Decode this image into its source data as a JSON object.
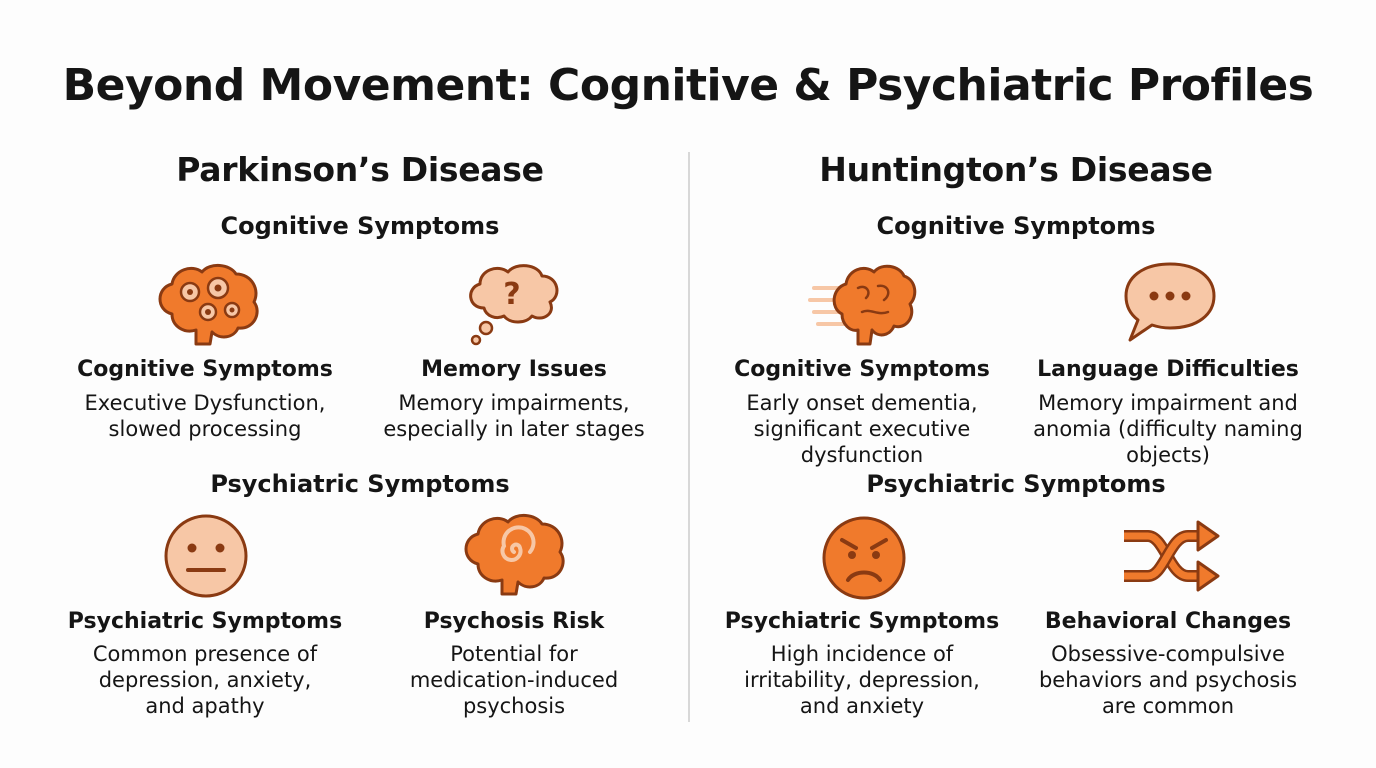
{
  "title": "Beyond Movement: Cognitive & Psychiatric Profiles",
  "colors": {
    "icon_orange": "#f07a2c",
    "icon_outline": "#8a3a12",
    "icon_light": "#f7c7a6"
  },
  "parkinsons": {
    "title": "Parkinson’s Disease",
    "cognitive_title": "Cognitive Symptoms",
    "psychiatric_title": "Psychiatric Symptoms",
    "items": [
      {
        "icon": "brain-gears-icon",
        "title": "Cognitive Symptoms",
        "desc": "Executive Dysfunction,\nslowed processing"
      },
      {
        "icon": "thought-bubble-question-icon",
        "title": "Memory Issues",
        "desc": "Memory impairments,\nespecially in later stages"
      },
      {
        "icon": "neutral-face-icon",
        "title": "Psychiatric Symptoms",
        "desc": "Common presence of\ndepression, anxiety,\nand apathy"
      },
      {
        "icon": "brain-spiral-icon",
        "title": "Psychosis Risk",
        "desc": "Potential for\nmedication-induced\npsychosis"
      }
    ]
  },
  "huntingtons": {
    "title": "Huntington’s Disease",
    "cognitive_title": "Cognitive Symptoms",
    "psychiatric_title": "Psychiatric Symptoms",
    "items": [
      {
        "icon": "fading-brain-icon",
        "title": "Cognitive Symptoms",
        "desc": "Early onset dementia,\nsignificant executive\ndysfunction"
      },
      {
        "icon": "speech-bubble-dots-icon",
        "title": "Language Difficulties",
        "desc": "Memory impairment and\nanomia (difficulty naming\nobjects)"
      },
      {
        "icon": "angry-face-icon",
        "title": "Psychiatric Symptoms",
        "desc": "High incidence of\nirritability, depression,\nand anxiety"
      },
      {
        "icon": "shuffle-arrows-icon",
        "title": "Behavioral Changes",
        "desc": "Obsessive-compulsive\nbehaviors and psychosis\nare common"
      }
    ]
  }
}
